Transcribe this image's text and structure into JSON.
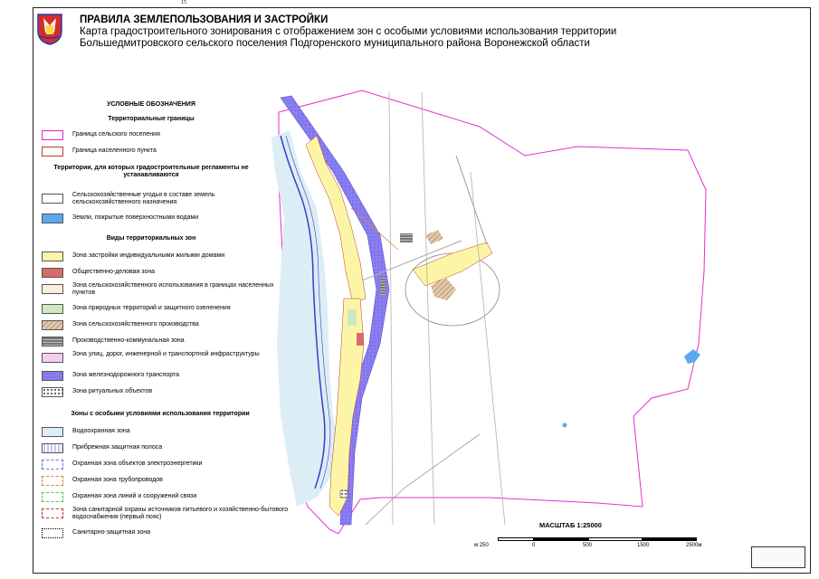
{
  "page_number": "15",
  "title": {
    "main": "ПРАВИЛА ЗЕМЛЕПОЛЬЗОВАНИЯ И ЗАСТРОЙКИ",
    "line2": "Карта градостроительного зонирования с отображением зон с особыми условиями использования территории",
    "line3": "Большедмитровского сельского поселения Подгоренского муниципального района Воронежской области"
  },
  "legend": {
    "heading": "УСЛОВНЫЕ ОБОЗНАЧЕНИЯ",
    "sections": [
      {
        "title": "Территориальные границы",
        "items": [
          {
            "label": "Граница сельского поселения",
            "style": "line",
            "color": "#e22ecf"
          },
          {
            "label": "Граница населенного пункта",
            "style": "line",
            "color": "#c0392b"
          }
        ]
      },
      {
        "title": "Территории, для которых градостроительные регламенты не устанавливаются",
        "items": [
          {
            "label": "Сельскохозяйственные угодья в составе земель сельскохозяйственного назначения",
            "style": "fill",
            "color": "#ffffff"
          },
          {
            "label": "Земли, покрытые поверхностными водами",
            "style": "fill",
            "color": "#5aa9f0"
          }
        ]
      },
      {
        "title": "Виды территориальных зон",
        "items": [
          {
            "label": "Зона застройки индивидуальными жилыми домами",
            "style": "fill",
            "color": "#fdf5a6"
          },
          {
            "label": "Общественно-деловая зона",
            "style": "fill",
            "color": "#d96a6a"
          },
          {
            "label": "Зона сельскохозяйственного использования в границах населенных пунктов",
            "style": "fill",
            "color": "#fbeedd"
          },
          {
            "label": "Зона природных территорий и защитного озеленения",
            "style": "fill",
            "color": "#cfe8c4"
          },
          {
            "label": "Зона сельскохозяйственного производства",
            "style": "hatch",
            "color": "#c8a585"
          },
          {
            "label": "Производственно-коммунальная зона",
            "style": "stripes",
            "color": "#6e6e6e"
          },
          {
            "label": "Зона улиц, дорог, инженерной и транспортной инфраструктуры",
            "style": "fill",
            "color": "#f6cdee"
          },
          {
            "label": "Зона железнодорожного транспорта",
            "style": "fill",
            "color": "#8a7ff0"
          },
          {
            "label": "Зона ритуальных объектов",
            "style": "dots",
            "color": "#000000"
          }
        ]
      },
      {
        "title": "Зоны с особыми условиями использования территории",
        "items": [
          {
            "label": "Водоохранная зона",
            "style": "fill",
            "color": "#dcedf5"
          },
          {
            "label": "Прибрежная защитная полоса",
            "style": "vlines",
            "color": "#3c3cc8"
          },
          {
            "label": "Охранная зона объектов электроэнергетики",
            "style": "dashed",
            "color": "#6f6fe6"
          },
          {
            "label": "Охранная зона трубопроводов",
            "style": "dashed",
            "color": "#d08a3c"
          },
          {
            "label": "Охранная зона линий и сооружений связи",
            "style": "dashed",
            "color": "#4cc84c"
          },
          {
            "label": "Зона санитарной охраны источников питьевого и хозяйственно-бытового водоснабжения (первый пояс)",
            "style": "dashed",
            "color": "#c0392b"
          },
          {
            "label": "Санитарно-защитная зона",
            "style": "dotted",
            "color": "#000000"
          }
        ]
      }
    ]
  },
  "scale": {
    "title": "МАСШТАБ 1:25000",
    "ticks": [
      "м 250",
      "0",
      "500",
      "1500",
      "2500м"
    ]
  }
}
